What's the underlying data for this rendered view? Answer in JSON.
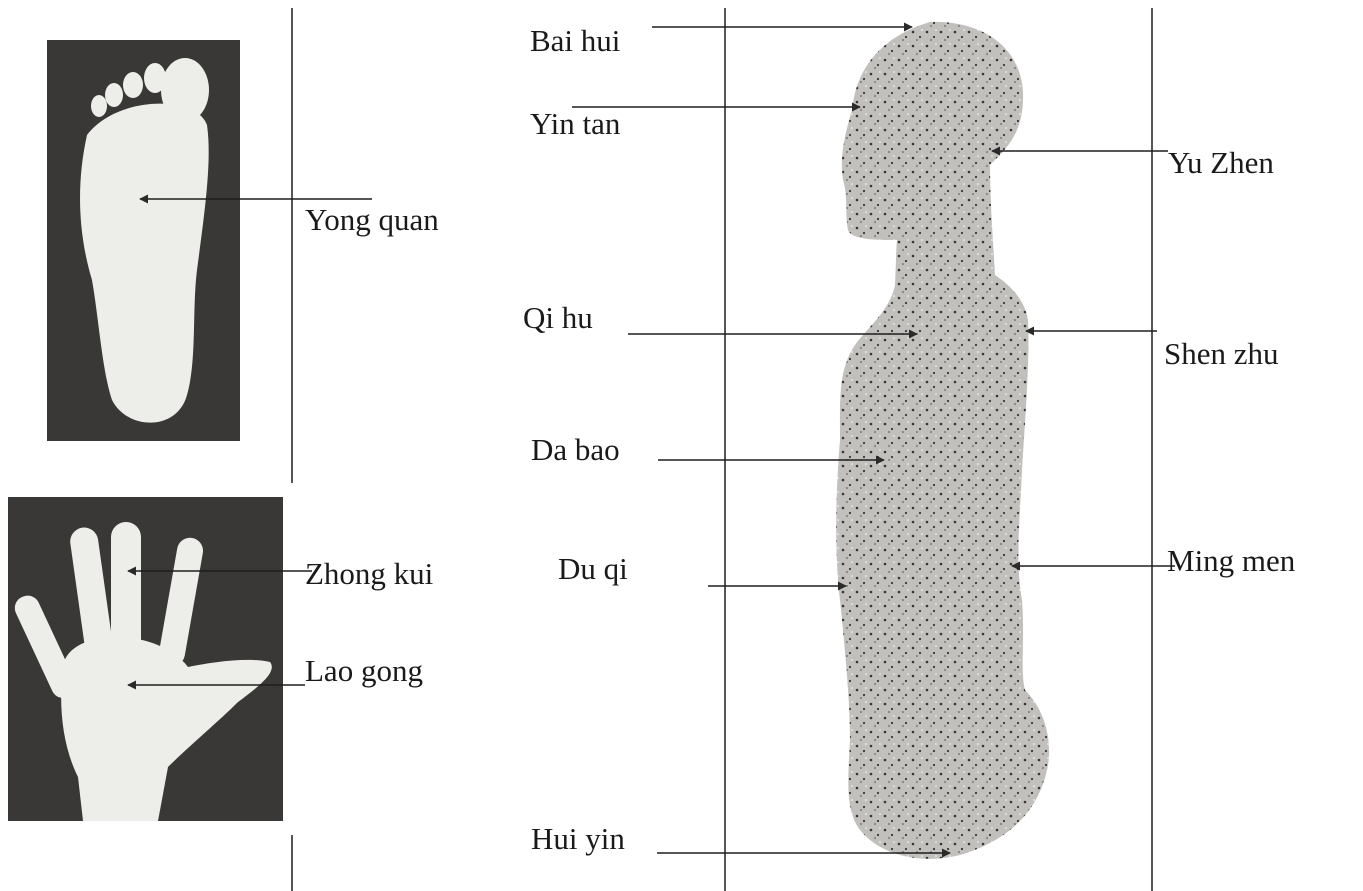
{
  "colors": {
    "photo_background": "#3a3836",
    "photo_skin": "#ededea",
    "body_fill": "#c2c0bc",
    "speckle": "#3b3434",
    "line": "#1e1e1e",
    "arrow": "#2a2a2a"
  },
  "foot_figure": {
    "icon": "foot-sole-icon",
    "labels": {
      "yong_quan": "Yong quan"
    }
  },
  "hand_figure": {
    "icon": "hand-palm-icon",
    "labels": {
      "zhong_kui": "Zhong kui",
      "lao_gong": "Lao gong"
    }
  },
  "body_figure": {
    "icon": "human-silhouette-icon",
    "front_labels": {
      "bai_hui": "Bai hui",
      "yin_tan": "Yin tan",
      "qi_hu": "Qi hu",
      "da_bao": "Da bao",
      "du_qi": "Du qi",
      "hui_yin": "Hui yin"
    },
    "back_labels": {
      "yu_zhen": "Yu Zhen",
      "shen_zhu": "Shen zhu",
      "ming_men": "Ming men"
    }
  }
}
